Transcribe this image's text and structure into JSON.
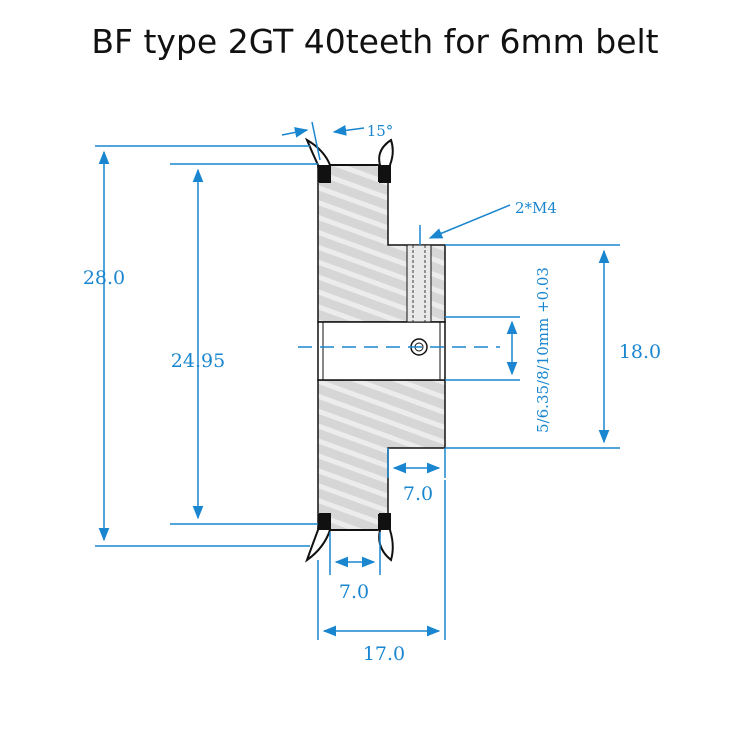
{
  "title": "BF type 2GT 40teeth for 6mm belt",
  "colors": {
    "dimension": "#1a86d0",
    "outline": "#111111",
    "body_fill": "#d8d8d8",
    "hatch": "#eeeeee",
    "title": "#111111"
  },
  "dimensions": {
    "outer_diameter": "28.0",
    "pitch_diameter": "24.95",
    "hub_diameter": "18.0",
    "flange_angle": "15°",
    "set_screw": "2*M4",
    "bore": "5/6.35/8/10mm +0.03",
    "hub_length": "7.0",
    "tooth_width": "7.0",
    "total_length": "17.0"
  }
}
